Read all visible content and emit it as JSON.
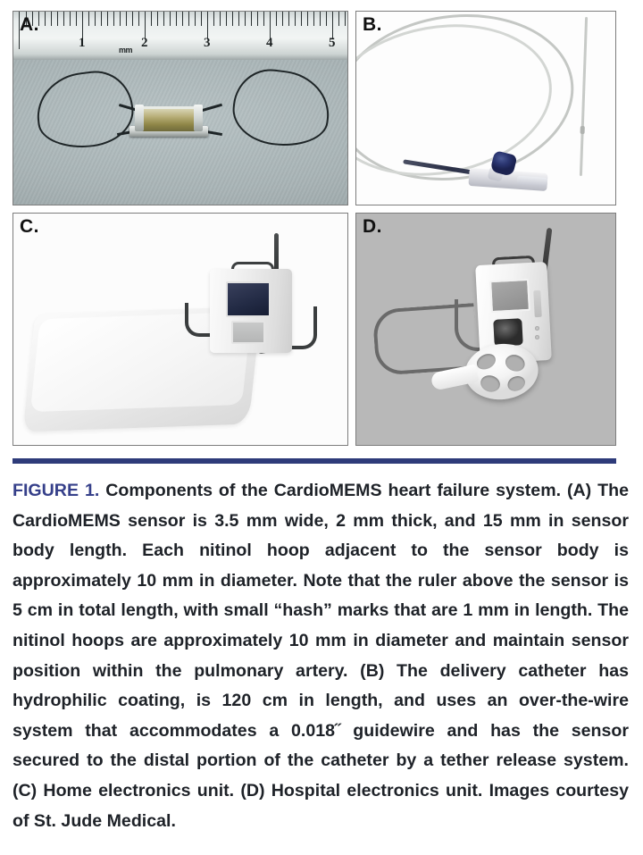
{
  "figure": {
    "label": "FIGURE 1.",
    "label_color": "#36408a",
    "caption": " Components of the CardioMEMS heart failure system. (A) The CardioMEMS sensor is 3.5 mm wide, 2 mm thick, and 15 mm in sensor body length. Each nitinol hoop adjacent to the sensor body is approximately 10 mm in diameter. Note that the ruler above the sensor is 5 cm in total length, with small “hash” marks that are 1 mm in length. The nitinol hoops are approximately 10 mm in diameter and maintain sensor position within the pulmonary artery. (B) The delivery catheter has hydrophilic coating, is 120 cm in length, and uses an over-the-wire system that accommodates a 0.018˝ guidewire and has the sensor secured to the distal portion of the catheter by a tether release system. (C) Home electronics unit. (D) Hospital electronics unit. Images courtesy of St. Jude Medical.",
    "rule_color": "#2e3b7a"
  },
  "panels": [
    {
      "id": "A",
      "label": "A.",
      "subject": "cardiomems-sensor-with-ruler",
      "background_color": "#aeb9bb",
      "ruler": {
        "unit_label": "mm",
        "numbers": [
          "1",
          "2",
          "3",
          "4",
          "5"
        ],
        "total_length": "5 cm",
        "hash_mark_length": "1 mm"
      },
      "sensor": {
        "width": "3.5 mm",
        "thickness": "2 mm",
        "body_length": "15 mm",
        "hoop_diameter": "10 mm",
        "hoop_material": "nitinol"
      }
    },
    {
      "id": "B",
      "label": "B.",
      "subject": "delivery-catheter",
      "background_color": "#fdfdfd",
      "catheter": {
        "length": "120 cm",
        "coating": "hydrophilic",
        "guidewire": "0.018˝",
        "system": "over-the-wire",
        "hub_color": "#2a3570"
      }
    },
    {
      "id": "C",
      "label": "C.",
      "subject": "home-electronics-unit",
      "background_color": "#fcfcfc"
    },
    {
      "id": "D",
      "label": "D.",
      "subject": "hospital-electronics-unit",
      "background_color": "#b8b8b8"
    }
  ]
}
